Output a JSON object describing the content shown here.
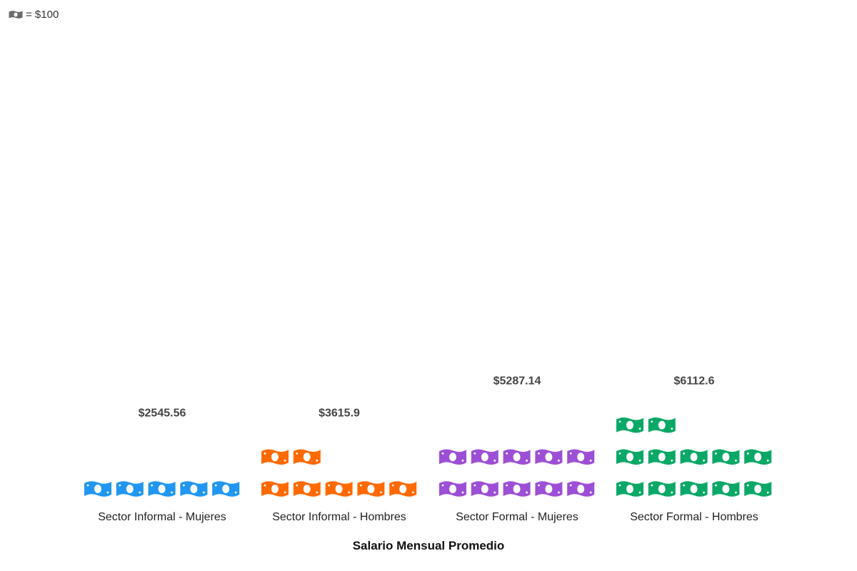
{
  "legend": {
    "text": "= $100",
    "icon": "money-icon",
    "icon_color": "#6b6b6b"
  },
  "chart_data": {
    "type": "bar",
    "subtype": "pictograph",
    "unit_value": 100,
    "icons_per_row": 5,
    "xlabel": "Salario Mensual Promedio",
    "categories": [
      "Sector Informal - Mujeres",
      "Sector Informal - Hombres",
      "Sector Formal - Mujeres",
      "Sector Formal - Hombres"
    ],
    "values": [
      2545.56,
      3615.9,
      5287.14,
      6112.6
    ],
    "value_labels": [
      "$2545.56",
      "$3615.9",
      "$5287.14",
      "$6112.6"
    ],
    "colors": [
      "#2196f3",
      "#ff6a00",
      "#9c4fd6",
      "#0aa866"
    ],
    "grid": false
  }
}
